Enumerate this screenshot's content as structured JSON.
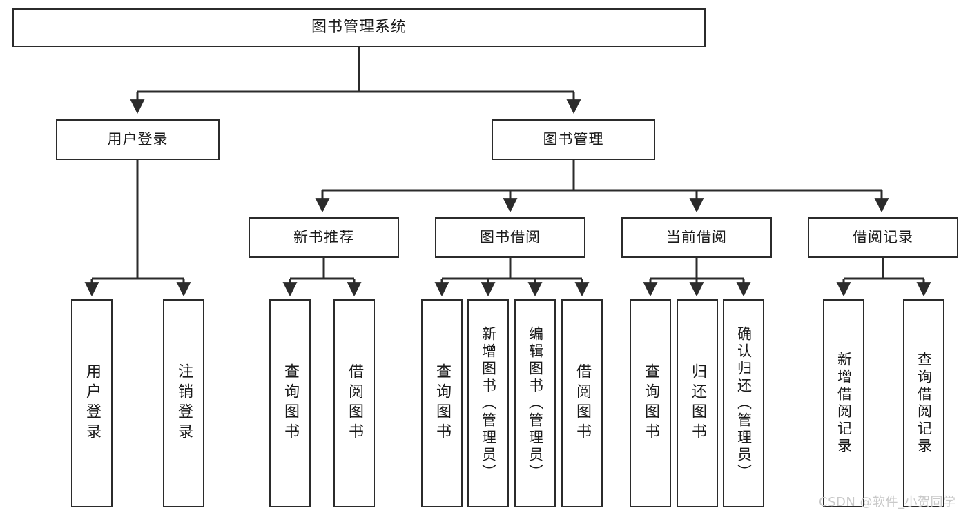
{
  "diagram": {
    "title": "图书管理系统",
    "type": "tree-hierarchy-chart",
    "stroke_color": "#2b2b2b",
    "background_color": "#ffffff",
    "watermark": "CSDN @软件_小贺同学",
    "levels": {
      "root": {
        "label": "图书管理系统"
      },
      "level2": [
        {
          "label": "用户登录"
        },
        {
          "label": "图书管理"
        }
      ],
      "level3": [
        {
          "label": "新书推荐"
        },
        {
          "label": "图书借阅"
        },
        {
          "label": "当前借阅"
        },
        {
          "label": "借阅记录"
        }
      ]
    },
    "leaves": {
      "user_login": [
        {
          "label": "用户登录"
        },
        {
          "label": "注销登录"
        }
      ],
      "new_book_recommend": [
        {
          "label": "查询图书"
        },
        {
          "label": "借阅图书"
        }
      ],
      "book_borrow": [
        {
          "label": "查询图书"
        },
        {
          "label": "新增图书（管理员）"
        },
        {
          "label": "编辑图书（管理员）"
        },
        {
          "label": "借阅图书"
        }
      ],
      "current_borrow": [
        {
          "label": "查询图书"
        },
        {
          "label": "归还图书"
        },
        {
          "label": "确认归还（管理员）"
        }
      ],
      "borrow_record": [
        {
          "label": "新增借阅记录"
        },
        {
          "label": "查询借阅记录"
        }
      ]
    }
  }
}
